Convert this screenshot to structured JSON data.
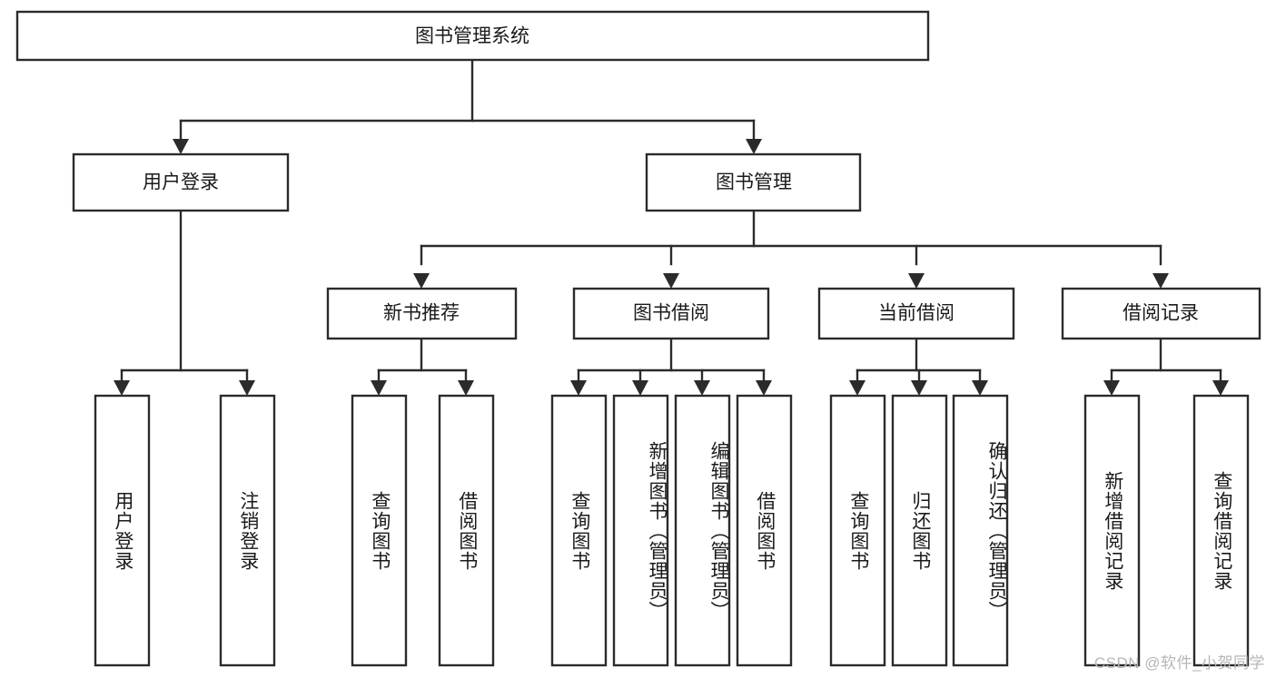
{
  "diagram": {
    "title": "图书管理系统",
    "type": "tree-hierarchy-chart",
    "watermark": "CSDN @软件_小贺同学",
    "colors": {
      "background": "#ffffff",
      "box_stroke": "#2b2b2b",
      "box_fill": "#ffffff",
      "text": "#1a1a1a",
      "watermark": "#b6b6b6"
    },
    "root": {
      "label": "图书管理系统",
      "orientation": "horizontal"
    },
    "level2": [
      {
        "label": "用户登录",
        "orientation": "horizontal"
      },
      {
        "label": "图书管理",
        "orientation": "horizontal"
      }
    ],
    "level3": [
      {
        "label": "新书推荐",
        "orientation": "horizontal"
      },
      {
        "label": "图书借阅",
        "orientation": "horizontal"
      },
      {
        "label": "当前借阅",
        "orientation": "horizontal"
      },
      {
        "label": "借阅记录",
        "orientation": "horizontal"
      }
    ],
    "leaves": {
      "user_login": [
        {
          "label": "用户登录",
          "orientation": "vertical"
        },
        {
          "label": "注销登录",
          "orientation": "vertical"
        }
      ],
      "new_book_recommend": [
        {
          "label": "查询图书",
          "orientation": "vertical"
        },
        {
          "label": "借阅图书",
          "orientation": "vertical"
        }
      ],
      "book_borrow": [
        {
          "label": "查询图书",
          "orientation": "vertical"
        },
        {
          "label": "新增图书（管理员）",
          "orientation": "vertical"
        },
        {
          "label": "编辑图书（管理员）",
          "orientation": "vertical"
        },
        {
          "label": "借阅图书",
          "orientation": "vertical"
        }
      ],
      "current_borrow": [
        {
          "label": "查询图书",
          "orientation": "vertical"
        },
        {
          "label": "归还图书",
          "orientation": "vertical"
        },
        {
          "label": "确认归还（管理员）",
          "orientation": "vertical"
        }
      ],
      "borrow_record": [
        {
          "label": "新增借阅记录",
          "orientation": "vertical"
        },
        {
          "label": "查询借阅记录",
          "orientation": "vertical"
        }
      ]
    }
  }
}
